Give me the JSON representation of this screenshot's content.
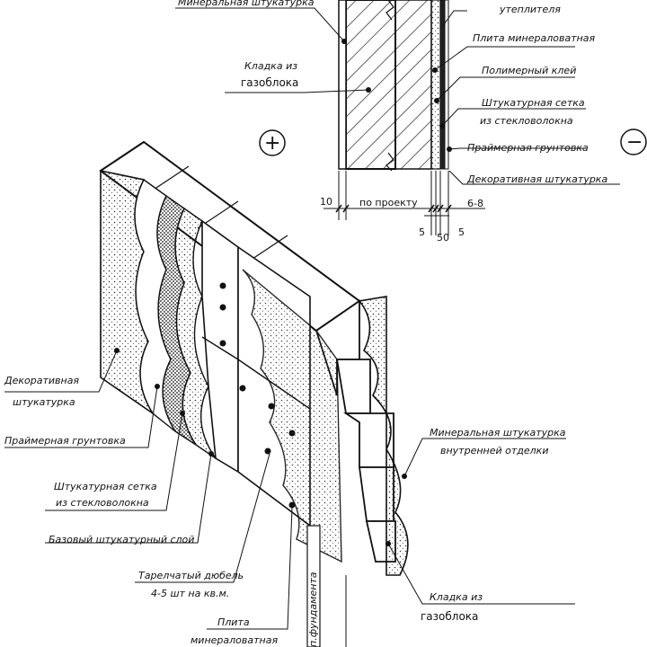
{
  "section": {
    "labels": {
      "mineral_plaster_top": "Минеральная штукатурка",
      "insulation_top": "утеплителя",
      "masonry": "Кладка из",
      "masonry_2": "газоблока",
      "mineral_wool_plate": "Плита минераловатная",
      "polymer_glue": "Полимерный клей",
      "mesh": "Штукатурная сетка",
      "mesh_2": "из стекловолокна",
      "primer": "Праймерная грунтовка",
      "decor_plaster": "Декоративная штукатурка"
    },
    "signs": {
      "plus": "+",
      "minus": "−"
    },
    "dimensions": {
      "d10": "10",
      "by_project": "по проекту",
      "d5a": "5",
      "d50": "50",
      "d5b": "5",
      "d68": "6-8"
    }
  },
  "iso": {
    "labels": {
      "decor_1": "Декоративная",
      "decor_2": "штукатурка",
      "primer": "Праймерная грунтовка",
      "mesh_1": "Штукатурная сетка",
      "mesh_2": "из стекловолокна",
      "base_layer": "Базовый штукатурный слой",
      "dowel_1": "Тарелчатый дюбель",
      "dowel_2": "4-5 шт на кв.м.",
      "plate_1": "Плита",
      "plate_2": "минераловатная",
      "mineral_inner_1": "Минеральная штукатурка",
      "mineral_inner_2": "внутренней отделки",
      "masonry_1": "Кладка из",
      "masonry_2": "газоблока",
      "foundation": "п.фундамента"
    }
  }
}
